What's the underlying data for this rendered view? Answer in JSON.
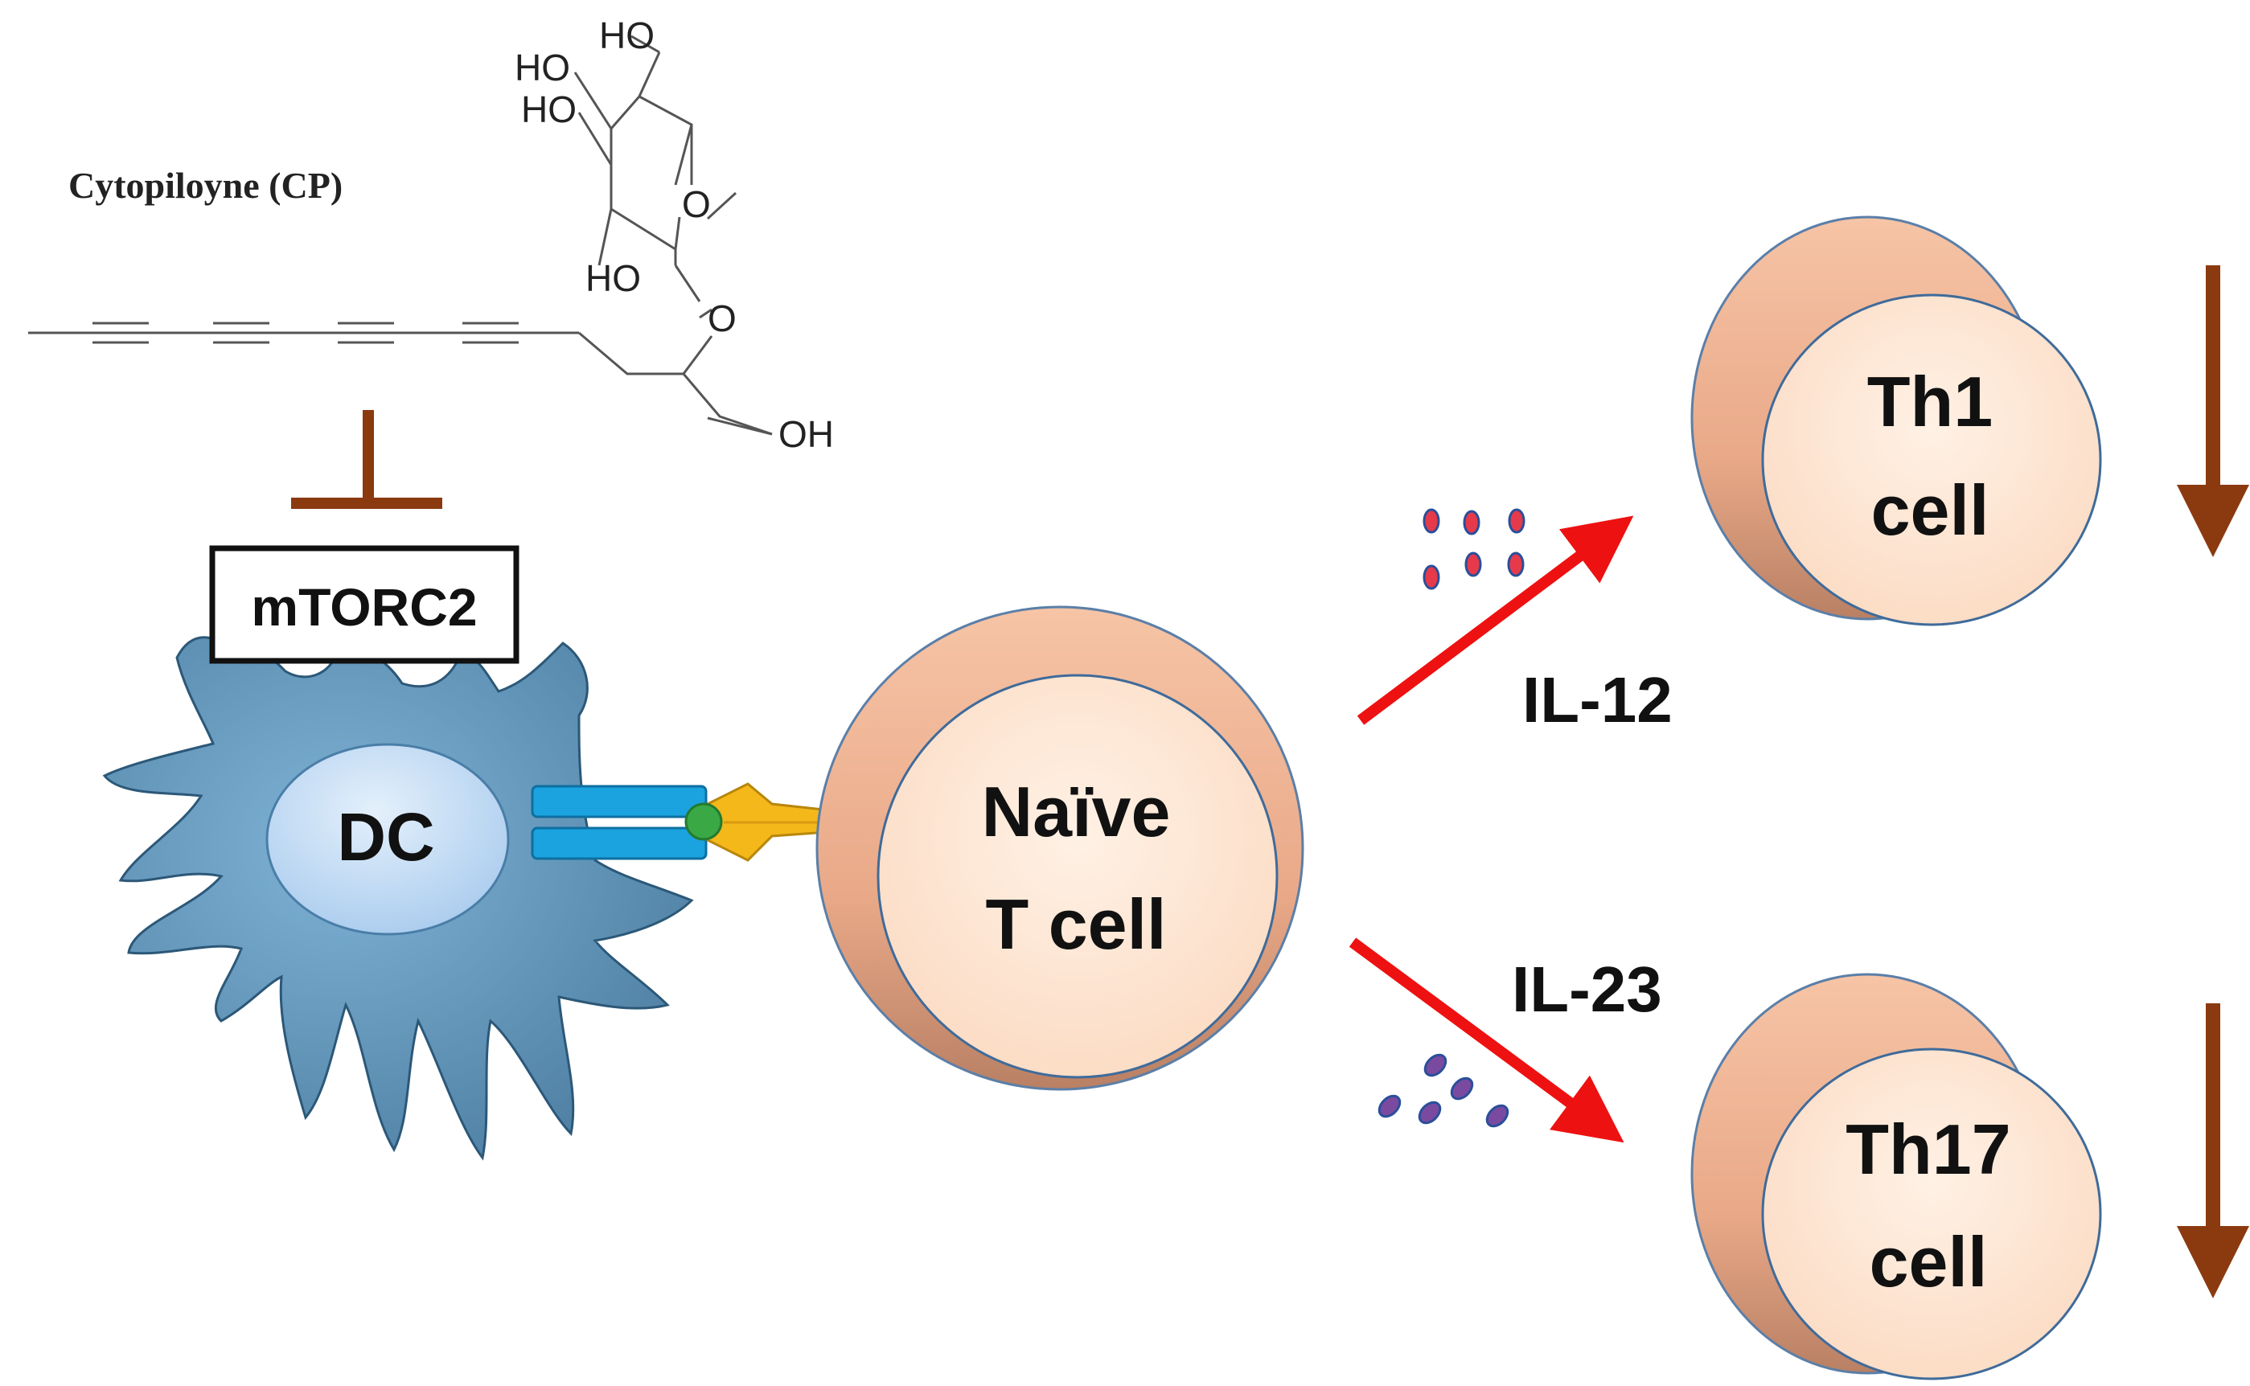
{
  "compound": {
    "name": "Cytopiloyne (CP)",
    "atom_labels": {
      "ho_top": "HO",
      "ho_upper_left": "HO",
      "ho_mid_left": "HO",
      "ring_oxygen": "O",
      "ho_lower_left": "HO",
      "glycosidic_oxygen": "O",
      "terminal_oh": "OH"
    }
  },
  "target": {
    "label": "mTORC2"
  },
  "cells": {
    "dendritic": "DC",
    "naive_t_line1": "Naïve",
    "naive_t_line2": "T cell",
    "th1_line1": "Th1",
    "th1_line2": "cell",
    "th17_line1": "Th17",
    "th17_line2": "cell"
  },
  "cytokines": {
    "upper": "IL-12",
    "lower": "IL-23"
  },
  "colors": {
    "inhibition": "#8B3A0F",
    "pathway_arrow": "#ee1111",
    "decrease_arrow": "#8B3A0F",
    "dc_body": "#5f93b8",
    "dc_nucleus": "#cfe3f6",
    "cell_outer": "#e6a888",
    "cell_inner": "#fde3cf",
    "receptor": "#1aa3df",
    "tcr": "#f4b81a",
    "antigen": "#3aa845",
    "il12_particle": "#e63a4a",
    "il23_particle": "#7a4aa0"
  }
}
